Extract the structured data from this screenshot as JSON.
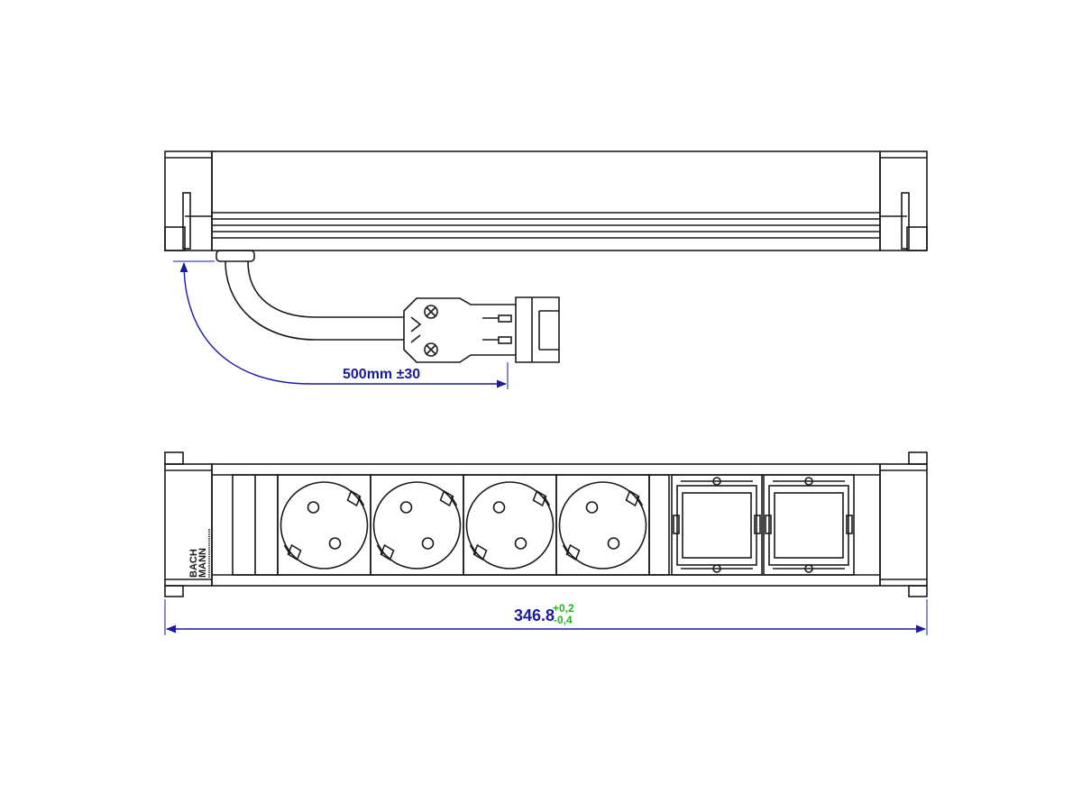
{
  "cable_dimension": {
    "label": "500mm ±30",
    "color": "#1a1aa0"
  },
  "width_dimension": {
    "value": "346.8",
    "tolerance_upper": "+0,2",
    "tolerance_lower": "-0,4",
    "value_color": "#1a1aa0",
    "tolerance_color": "#22b422"
  },
  "brand": {
    "line1": "BACH",
    "line2": "MANN"
  },
  "line_color": "#1a1a1a",
  "sockets": {
    "schuko_count": 4,
    "module_count": 2
  }
}
